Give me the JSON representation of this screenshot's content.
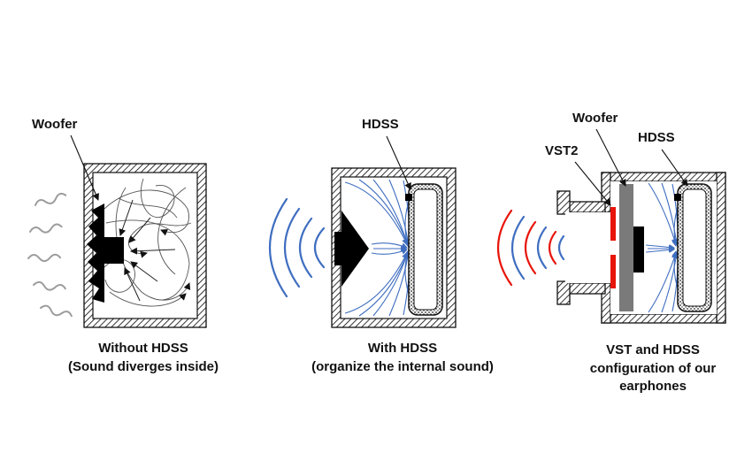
{
  "colors": {
    "field_line_blue": "#3f6ec0",
    "wave_red": "#e8150b",
    "wave_gray": "#9c9c9c",
    "vst_bar_red": "#e8150b",
    "woofer_gray": "#7a7a7a",
    "outline_black": "#111111"
  },
  "panels": [
    {
      "name": "without-hdss",
      "labels": {
        "woofer": "Woofer"
      },
      "caption": [
        "Without HDSS",
        "(Sound diverges inside)"
      ]
    },
    {
      "name": "with-hdss",
      "labels": {
        "hdss": "HDSS"
      },
      "caption": [
        "With HDSS",
        "(organize the internal sound)"
      ]
    },
    {
      "name": "vst-hdss-earphone",
      "labels": {
        "woofer": "Woofer",
        "vst2": "VST2",
        "hdss": "HDSS"
      },
      "caption": [
        "VST and HDSS",
        "configuration of our",
        "earphones"
      ]
    }
  ]
}
